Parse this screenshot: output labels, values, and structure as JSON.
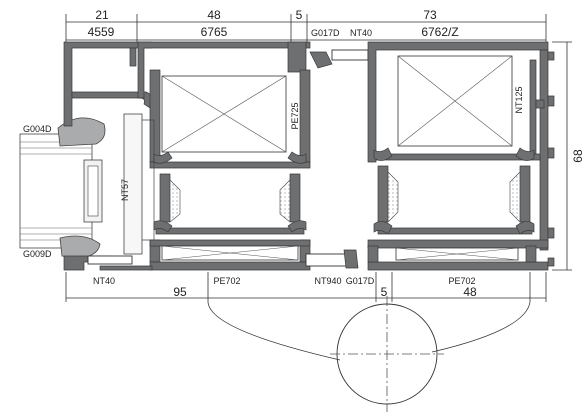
{
  "dimensions": {
    "top_21": "21",
    "top_48": "48",
    "top_5": "5",
    "top_73": "73",
    "right_68": "68",
    "bottom_95": "95",
    "bottom_5": "5",
    "bottom_48": "48"
  },
  "labels": {
    "p4559": "4559",
    "p6765": "6765",
    "g017d_top": "G017D",
    "nt40_top": "NT40",
    "p6762z": "6762/Z",
    "pe725": "PE725",
    "nt125": "NT125",
    "g004d": "G004D",
    "nt57": "NT57",
    "g009d": "G009D",
    "nt40_bottom": "NT40",
    "pe702_left": "PE702",
    "nt940": "NT940",
    "g017d_bottom": "G017D",
    "pe702_right": "PE702"
  },
  "colors": {
    "aluminium": "#6d6f71",
    "outline": "#3a3b3c",
    "background": "#ffffff"
  }
}
